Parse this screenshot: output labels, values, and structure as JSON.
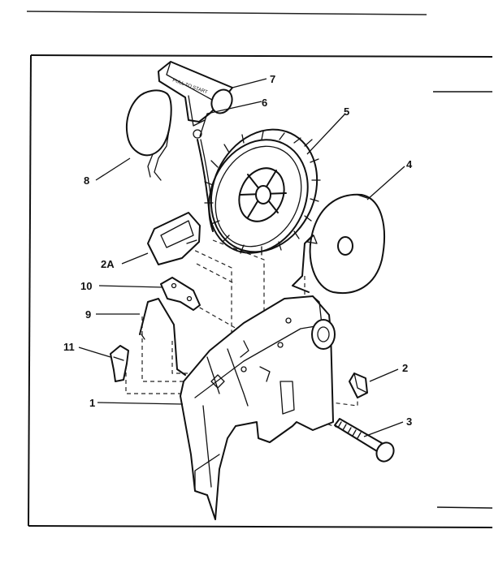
{
  "diagram": {
    "parts": [
      {
        "id": "7",
        "name": "starter-handle"
      },
      {
        "id": "6",
        "name": "starter-rope"
      },
      {
        "id": "5",
        "name": "ratchet-pulley"
      },
      {
        "id": "8",
        "name": "spring-clip"
      },
      {
        "id": "4",
        "name": "recoil-cover"
      },
      {
        "id": "2A",
        "name": "pawl-plate"
      },
      {
        "id": "10",
        "name": "bracket-plate"
      },
      {
        "id": "9",
        "name": "wire-link"
      },
      {
        "id": "11",
        "name": "small-clip"
      },
      {
        "id": "2",
        "name": "pawl"
      },
      {
        "id": "1",
        "name": "main-bracket"
      },
      {
        "id": "3",
        "name": "shoulder-bolt"
      }
    ],
    "handle_text": "PULL TO START"
  }
}
